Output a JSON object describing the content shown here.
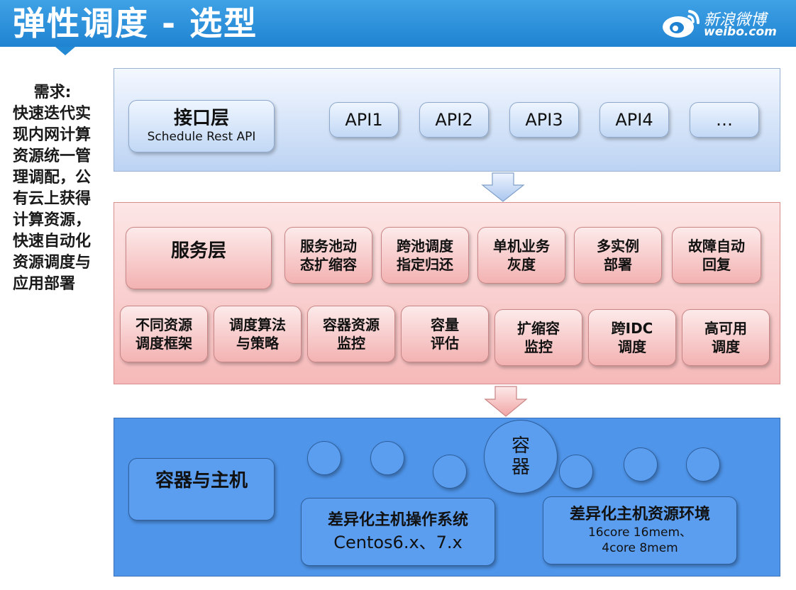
{
  "header": {
    "title": "弹性调度 - 选型",
    "logo_cn": "新浪微博",
    "logo_en": "weibo.com"
  },
  "requirements": {
    "heading": "需求:",
    "body": "快速迭代实现内网计算资源统一管理调配，公有云上获得计算资源，快速自动化资源调度与应用部署"
  },
  "api_layer": {
    "title": "接口层",
    "subtitle": "Schedule Rest API",
    "apis": [
      "API1",
      "API2",
      "API3",
      "API4",
      "…"
    ]
  },
  "service_layer": {
    "title": "服务层",
    "row1": [
      [
        "服务池动",
        "态扩缩容"
      ],
      [
        "跨池调度",
        "指定归还"
      ],
      [
        "单机业务",
        "灰度"
      ],
      [
        "多实例",
        "部署"
      ],
      [
        "故障自动",
        "回复"
      ]
    ],
    "row2": [
      [
        "不同资源",
        "调度框架"
      ],
      [
        "调度算法",
        "与策略"
      ],
      [
        "容器资源",
        "监控"
      ],
      [
        "容量",
        "评估"
      ],
      [
        "扩缩容",
        "监控"
      ],
      [
        "跨IDC",
        "调度"
      ],
      [
        "高可用",
        "调度"
      ]
    ]
  },
  "resource_layer": {
    "title": "容器与主机",
    "container": [
      "容",
      "器"
    ],
    "os_box": {
      "line1": "差异化主机操作系统",
      "line2": "Centos6.x、7.x"
    },
    "env_box": {
      "line1": "差异化主机资源环境",
      "line2": "16core 16mem、",
      "line3": "4core 8mem"
    }
  },
  "colors": {
    "banner": "#1f83d1",
    "api_layer": "#bcd3f3",
    "service_layer": "#f6b9b9",
    "resource_layer": "#4f95ea"
  }
}
